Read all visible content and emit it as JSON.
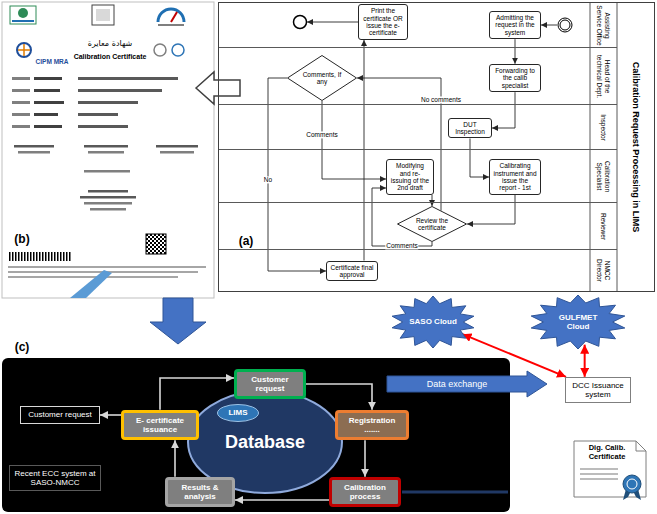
{
  "diagram": {
    "nodes": [
      {
        "text": [
          "Calibration Request Processing in LIMS"
        ]
      },
      {
        "text": [
          "Assisting Service Office"
        ],
        "in": 0
      },
      {
        "text": [
          "Head of the technical Dept."
        ],
        "in": 0
      },
      {
        "text": [
          "Inspector"
        ],
        "in": 0
      },
      {
        "text": [
          "Calibration Specialist"
        ],
        "in": 0
      },
      {
        "text": [
          "Reviewer"
        ],
        "in": 0
      },
      {
        "text": [
          "NMCC Director"
        ],
        "in": 0
      },
      {
        "text": [
          "Print the certificate OR issue the e-certificate"
        ],
        "in": 1
      },
      {
        "text": [
          "Admitting the request in the system"
        ],
        "in": 1
      },
      {
        "text": [
          "Comments, If any"
        ],
        "in": 2
      },
      {
        "text": [
          "Forwarding to the calib specialist"
        ],
        "in": 2
      },
      {
        "text": [
          "DUT Inspection"
        ],
        "in": 3
      },
      {
        "text": [
          "Modifying and re-issuing of the 2nd draft"
        ],
        "in": 4
      },
      {
        "text": [
          "Calibrating instrument and issue the report - 1st"
        ],
        "in": 4
      },
      {
        "text": [
          "Review the certificate"
        ],
        "in": 5
      },
      {
        "text": [
          "Certificate final approval"
        ],
        "in": 6
      },
      {
        "text": [
          "SASO Cloud"
        ]
      },
      {
        "text": [
          "GULFMET Cloud"
        ]
      },
      {
        "text": [
          "Database"
        ]
      },
      {
        "text": [
          "LIMS"
        ],
        "in": 18
      },
      {
        "text": [
          "Customer request"
        ]
      },
      {
        "text": [
          "Customer request"
        ]
      },
      {
        "text": [
          "E- certificate issuance"
        ]
      },
      {
        "text": [
          "Registration ......."
        ]
      },
      {
        "text": [
          "Data exchange"
        ]
      },
      {
        "text": [
          "DCC Issuance system"
        ]
      },
      {
        "text": [
          "Results & analysis"
        ]
      },
      {
        "text": [
          "Calibration process"
        ]
      },
      {
        "text": [
          "Recent ECC system at SASO-NMCC"
        ]
      },
      {
        "text": [
          "Dig. Calib. Certificate"
        ]
      }
    ],
    "edges": [
      {
        "from": 8,
        "to": 10,
        "arrow": "to"
      },
      {
        "from": 10,
        "to": 11,
        "arrow": "to"
      },
      {
        "from": 11,
        "to": 13,
        "arrow": "to"
      },
      {
        "from": 13,
        "to": 14,
        "arrow": "to"
      },
      {
        "from": 14,
        "to": 9,
        "label": "No comments",
        "arrow": "to"
      },
      {
        "from": 14,
        "to": 12,
        "label": "Comments",
        "arrow": "to"
      },
      {
        "from": 12,
        "to": 14,
        "arrow": "to"
      },
      {
        "from": 9,
        "to": 12,
        "label": "Comments",
        "arrow": "to"
      },
      {
        "from": 9,
        "to": 15,
        "label": "No",
        "arrow": "to"
      },
      {
        "from": 15,
        "to": 7,
        "arrow": "to"
      },
      {
        "from": 20,
        "to": 23,
        "arrow": "to"
      },
      {
        "from": 23,
        "to": 27,
        "arrow": "to"
      },
      {
        "from": 27,
        "to": 26,
        "arrow": "to"
      },
      {
        "from": 26,
        "to": 22,
        "arrow": "to"
      },
      {
        "from": 22,
        "to": 20,
        "arrow": "to"
      },
      {
        "from": 22,
        "to": 21,
        "arrow": "to"
      },
      {
        "from": 16,
        "to": 25,
        "arrow": "both"
      },
      {
        "from": 17,
        "to": 25,
        "arrow": "both"
      }
    ],
    "labels": [
      "(b)",
      "شهادة معايرة",
      "Calibration Certificate",
      "CIPM MRA",
      "(a)",
      "(c)"
    ]
  }
}
